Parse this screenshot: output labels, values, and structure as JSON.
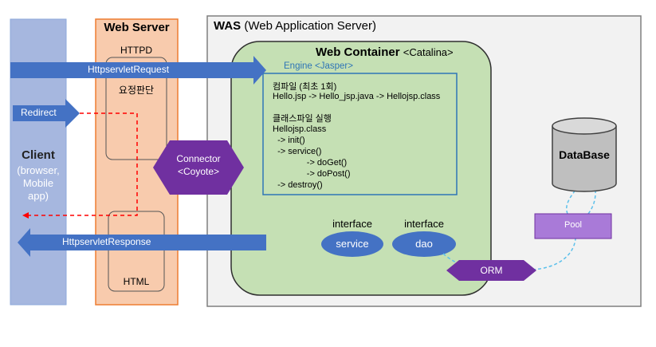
{
  "client": {
    "title": "Client",
    "subtitle_lines": [
      "(browser,",
      "Mobile",
      "app)"
    ]
  },
  "web_server": {
    "title": "Web Server",
    "httpd": "HTTPD",
    "judgement": "요정판단",
    "html": "HTML"
  },
  "was": {
    "title_bold": "WAS",
    "title_rest": "(Web Application Server)"
  },
  "web_container": {
    "title_bold": "Web Container",
    "title_rest": "<Catalina>",
    "engine": "Engine <Jasper>"
  },
  "engine_box": {
    "compile_title": "컴파일 (최초 1회)",
    "compile_line": "Hello.jsp -> Hello_jsp.java -> Hellojsp.class",
    "run_title": "클래스파일 실행",
    "run_lines": [
      "Hellojsp.class",
      "  -> init()",
      "  -> service()",
      "              -> doGet()",
      "              -> doPost()",
      "  -> destroy()"
    ]
  },
  "connector": {
    "line1": "Connector",
    "line2": "<Coyote>"
  },
  "interfaces": {
    "service_caption": "interface",
    "service_label": "service",
    "dao_caption": "interface",
    "dao_label": "dao"
  },
  "arrows": {
    "request": "HttpservletRequest",
    "response": "HttpservletResponse",
    "redirect": "Redirect"
  },
  "orm": "ORM",
  "database": "DataBase",
  "pool": "Pool",
  "colors": {
    "client_fill": "#a6b7df",
    "webserver_fill": "#f8cbad",
    "webserver_border": "#ed7d31",
    "was_fill": "#f2f2f2",
    "container_fill": "#c5e0b4",
    "engine_border": "#2e75b6",
    "arrow_blue": "#4472c4",
    "purple": "#7030a0",
    "pool_fill": "#a97ad8",
    "db_fill": "#bfbfbf",
    "redirect_red": "#ff0000",
    "dashed_cyan": "#5bc0eb"
  }
}
